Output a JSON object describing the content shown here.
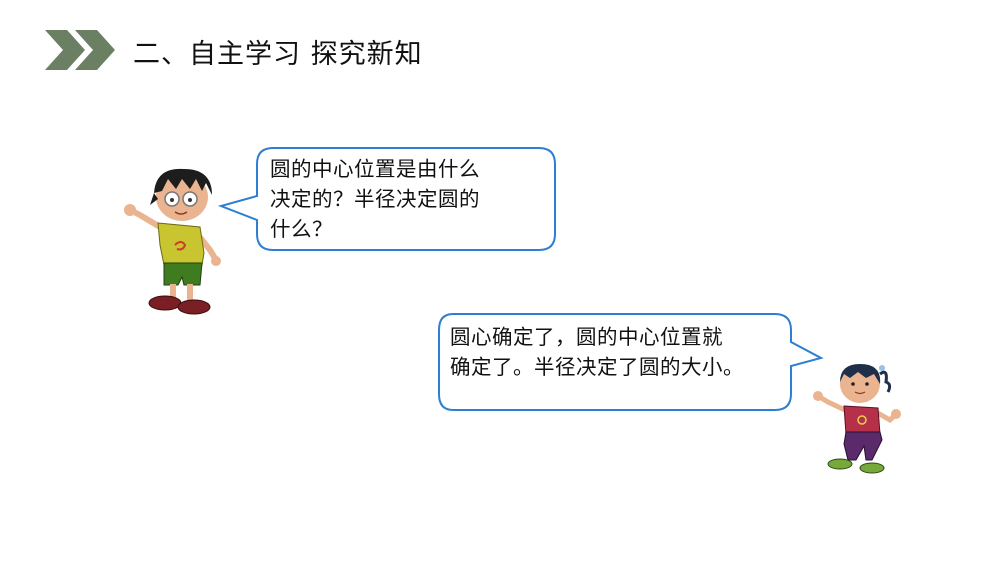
{
  "header": {
    "title": "二、自主学习  探究新知",
    "icon": "double-chevron-right-icon",
    "accent_color": "#6b7f63"
  },
  "dialogue": [
    {
      "speaker": "boy",
      "text": "圆的中心位置是由什么\n决定的？半径决定圆的\n什么？"
    },
    {
      "speaker": "girl",
      "text": "圆心确定了，圆的中心位置就\n确定了。半径决定了圆的大小。"
    }
  ],
  "bubble_border_color": "#2e7fd2"
}
